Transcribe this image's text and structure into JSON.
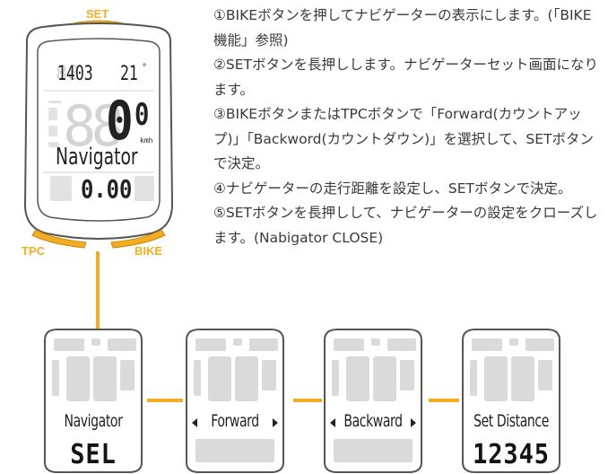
{
  "colors": {
    "accent": "#f2ad22",
    "frame": "#555555",
    "ghost": "#d6d6d6"
  },
  "device": {
    "set_label": "SET",
    "tpc_label": "TPC",
    "bike_label": "BIKE",
    "time": "1403",
    "temperature": "21",
    "speed": "0",
    "speed_decimal": "0",
    "unit": "kmh",
    "mode": "Navigator",
    "distance": "0.00"
  },
  "instructions": [
    {
      "marker": "①",
      "text": "BIKEボタンを押してナビゲーターの表示にします。(「BIKE機能」参照)"
    },
    {
      "marker": "②",
      "text": "SETボタンを長押しします。ナビゲーターセット画面になります。"
    },
    {
      "marker": "③",
      "text": "BIKEボタンまたはTPCボタンで「Forward(カウントアップ)」「Backword(カウントダウン)」を選択して、SETボタンで決定。"
    },
    {
      "marker": "④",
      "text": "ナビゲーターの走行距離を設定し、SETボタンで決定。"
    },
    {
      "marker": "⑤",
      "text": "SETボタンを長押しして、ナビゲーターの設定をクローズします。(Nabigator CLOSE)"
    }
  ],
  "screens": [
    {
      "label": "Navigator",
      "value": "SEL",
      "arrows": false
    },
    {
      "label": "Forward",
      "value": "",
      "arrows": true
    },
    {
      "label": "Backward",
      "value": "",
      "arrows": true
    },
    {
      "label": "Set Distance",
      "value": "12345",
      "arrows": false
    }
  ]
}
